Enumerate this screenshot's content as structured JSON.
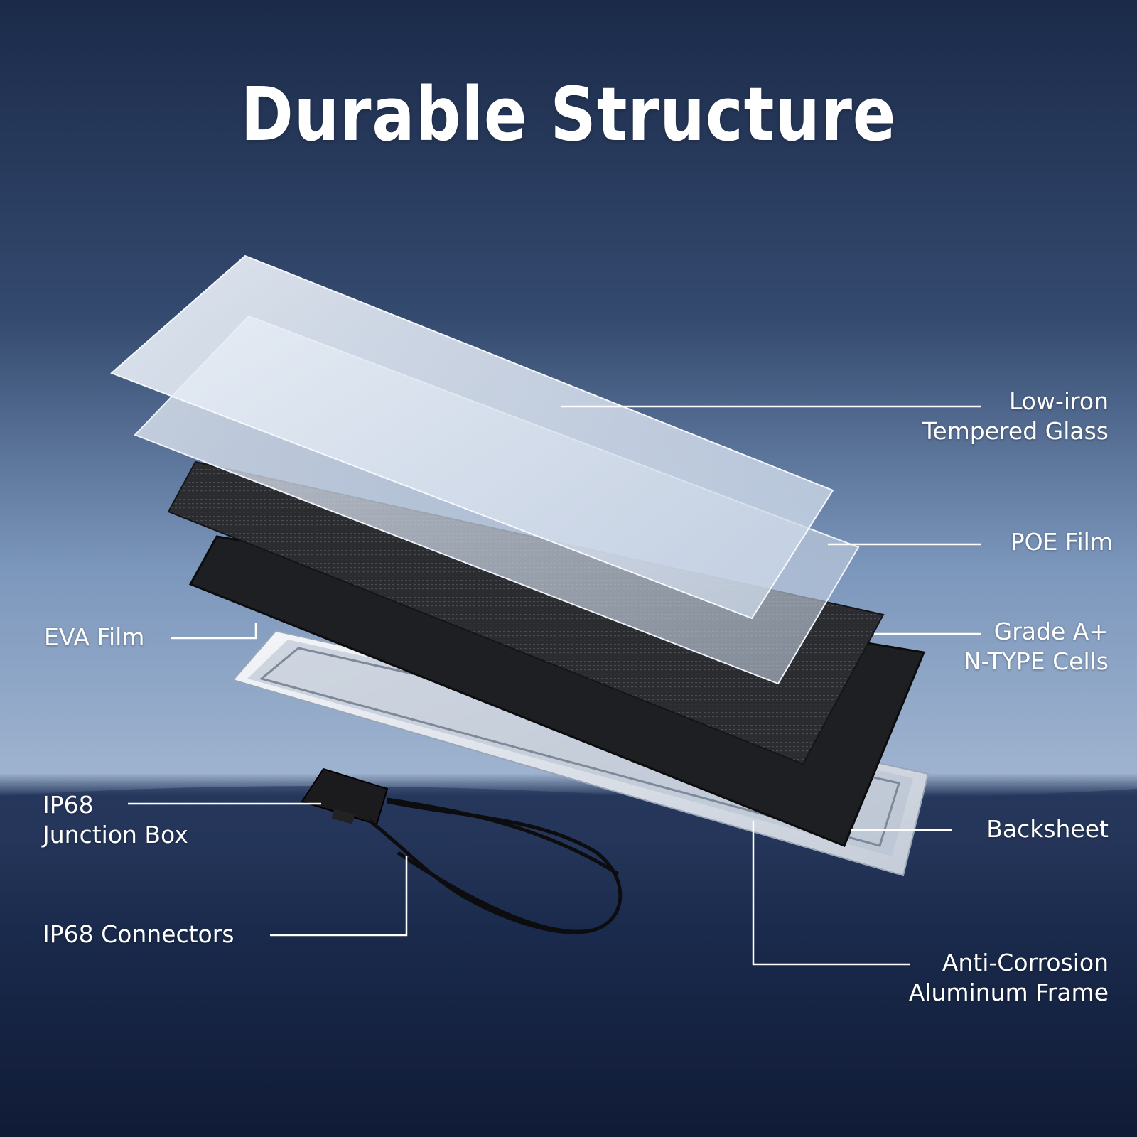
{
  "title": "Durable Structure",
  "labels": {
    "glass": [
      "Low-iron",
      "Tempered Glass"
    ],
    "poe": [
      "POE Film"
    ],
    "cells": [
      "Grade A+",
      "N-TYPE Cells"
    ],
    "eva": [
      "EVA Film"
    ],
    "junction": [
      "IP68",
      "Junction Box"
    ],
    "connectors": [
      "IP68 Connectors"
    ],
    "backsheet": [
      "Backsheet"
    ],
    "frame": [
      "Anti-Corrosion",
      "Aluminum Frame"
    ]
  },
  "colors": {
    "sky_top": "#1d2d4d",
    "sky_mid": "#7f9bc0",
    "sea": "#1a2a4c",
    "text": "#ffffff"
  }
}
